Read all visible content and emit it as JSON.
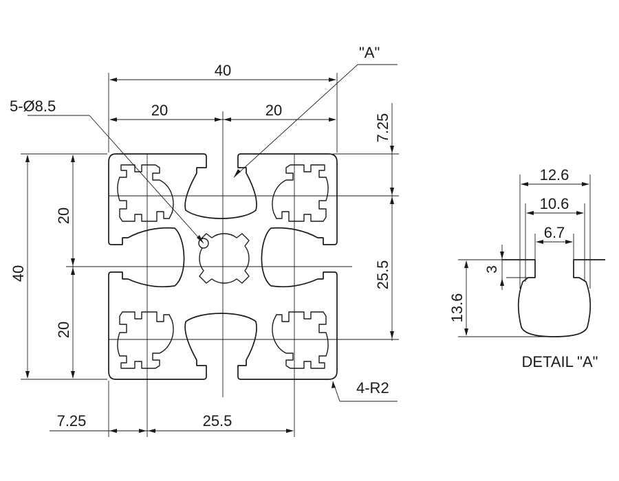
{
  "title": "",
  "main_view": {
    "dim_overall_width": "40",
    "dim_half_left": "20",
    "dim_half_right": "20",
    "dim_overall_height": "40",
    "dim_half_top": "20",
    "dim_half_bottom": "20",
    "dim_right_top_offset": "7.25",
    "dim_right_pitch": "25.5",
    "dim_bottom_left_offset": "7.25",
    "dim_bottom_pitch": "25.5",
    "holes_note": "5-Ø8.5",
    "corner_radius_note": "4-R2",
    "detail_callout": "\"A\""
  },
  "detail_view": {
    "caption": "DETAIL \"A\"",
    "dim_outer_width": "12.6",
    "dim_inner_width": "10.6",
    "dim_slot_opening": "6.7",
    "dim_lip_thickness": "3",
    "dim_depth": "13.6"
  }
}
